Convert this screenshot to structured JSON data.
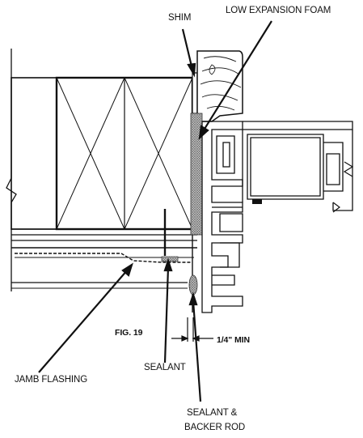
{
  "labels": {
    "shim": "SHIM",
    "foam": "LOW EXPANSION FOAM",
    "figure": "FIG. 19",
    "min_gap": "1/4\" MIN",
    "sealant": "SEALANT",
    "jamb_flashing": "JAMB FLASHING",
    "sealant_backer_line1": "SEALANT &",
    "sealant_backer_line2": "BACKER ROD"
  },
  "colors": {
    "ink": "#111111",
    "foam_fill": "#8a8a8a",
    "background": "#ffffff"
  }
}
